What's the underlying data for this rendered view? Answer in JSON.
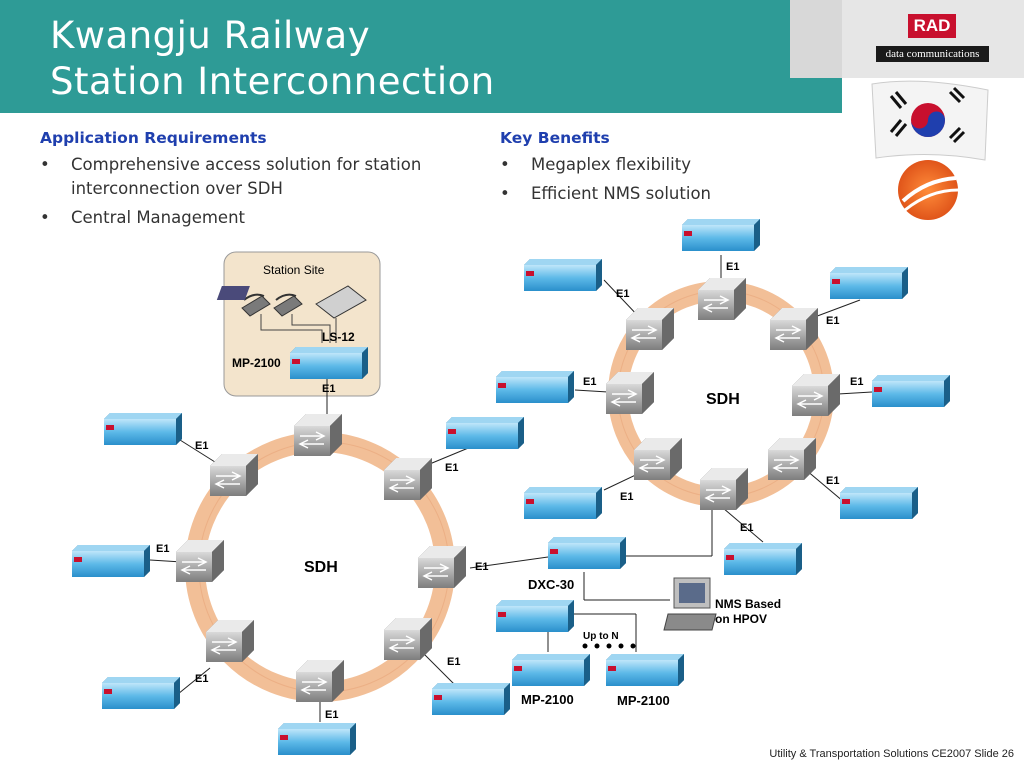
{
  "title": {
    "line1": "Kwangju Railway",
    "line2": "Station Interconnection"
  },
  "logo": {
    "brand": "RAD",
    "tagline": "data communications"
  },
  "requirements": {
    "heading": "Application Requirements",
    "items": [
      "Comprehensive access solution for station interconnection over SDH",
      "Central Management"
    ]
  },
  "benefits": {
    "heading": "Key Benefits",
    "items": [
      "Megaplex flexibility",
      "Efficient NMS solution"
    ]
  },
  "diagram": {
    "station_site": "Station Site",
    "ls12": "LS-12",
    "mp2100_station": "MP-2100",
    "sdh_left": "SDH",
    "sdh_right": "SDH",
    "e1": "E1",
    "dxc": "DXC-30",
    "nms": [
      "NMS Based",
      "on HPOV"
    ],
    "up_to_n": "Up to N",
    "mp_a": "MP-2100",
    "mp_b": "MP-2100"
  },
  "colors": {
    "header": "#2e9b96",
    "heading": "#1f3fae",
    "ring": "#f2bf97",
    "device": "#3aa2d8"
  },
  "footer": {
    "text": "Utility & Transportation Solutions  CE2007  Slide 26"
  }
}
